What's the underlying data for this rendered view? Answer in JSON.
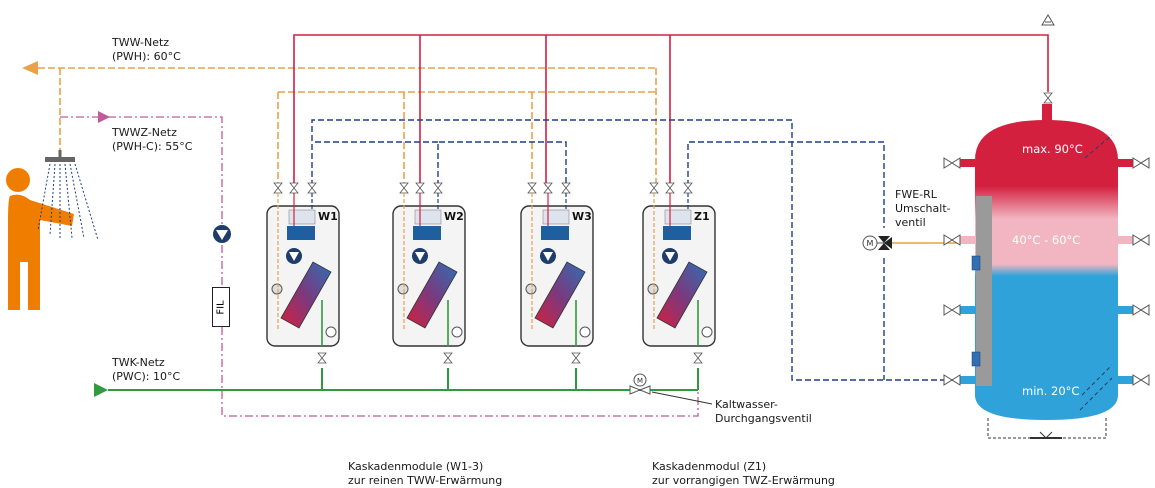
{
  "labels": {
    "tww_netz": "TWW-Netz",
    "tww_netz_sub": "(PWH): 60°C",
    "twwz_netz": "TWWZ-Netz",
    "twwz_netz_sub": "(PWH-C): 55°C",
    "twk_netz": "TWK-Netz",
    "twk_netz_sub": "(PWC): 10°C",
    "filter": "FIL",
    "fwe_rl_1": "FWE-RL",
    "fwe_rl_2": "Umschalt-",
    "fwe_rl_3": "ventil",
    "kaltwasser_1": "Kaltwasser-",
    "kaltwasser_2": "Durchgangsventil",
    "kaskade_w_1": "Kaskadenmodule (W1-3)",
    "kaskade_w_2": "zur reinen TWW-Erwärmung",
    "kaskade_z_1": "Kaskadenmodul (Z1)",
    "kaskade_z_2": "zur vorrangigen TWZ-Erwärmung"
  },
  "modules": [
    {
      "name": "W1"
    },
    {
      "name": "W2"
    },
    {
      "name": "W3"
    },
    {
      "name": "Z1"
    }
  ],
  "tank": {
    "top_temp": "max. 90°C",
    "mid_temp": "40°C - 60°C",
    "bottom_temp": "min. 20°C"
  },
  "colors": {
    "hot_water": "#e8a24a",
    "circulation": "#c05a9c",
    "cold_water": "#2f9a3f",
    "supply_red": "#d4203f",
    "return_blue": "#1f3d8a",
    "tank_red": "#d4203f",
    "tank_pink": "#f2b6c2",
    "tank_blue": "#2fa3d9",
    "person": "#ef7d00"
  }
}
